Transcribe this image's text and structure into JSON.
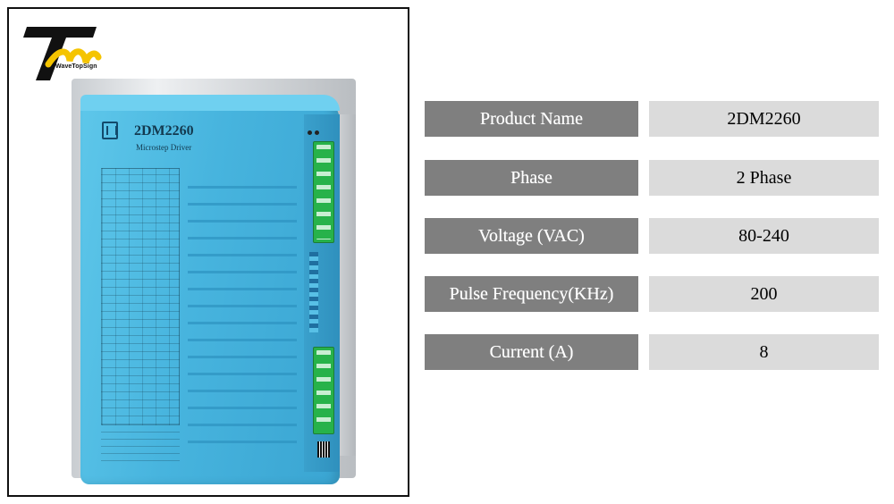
{
  "logo": {
    "text": "WaveTopSign"
  },
  "product_image": {
    "model_label": "2DM2260",
    "subtitle": "Microstep Driver",
    "body_color": "#47b4de",
    "connector_color": "#27b24a"
  },
  "specs": [
    {
      "label": "Product Name",
      "value": "2DM2260"
    },
    {
      "label": "Phase",
      "value": "2 Phase"
    },
    {
      "label": "Voltage (VAC)",
      "value": "80-240"
    },
    {
      "label": "Pulse Frequency(KHz)",
      "value": "200"
    },
    {
      "label": "Current (A)",
      "value": "8"
    }
  ],
  "colors": {
    "label_bg": "#7f7f7f",
    "value_bg": "#dbdbdb",
    "logo_yellow": "#f5c400"
  }
}
